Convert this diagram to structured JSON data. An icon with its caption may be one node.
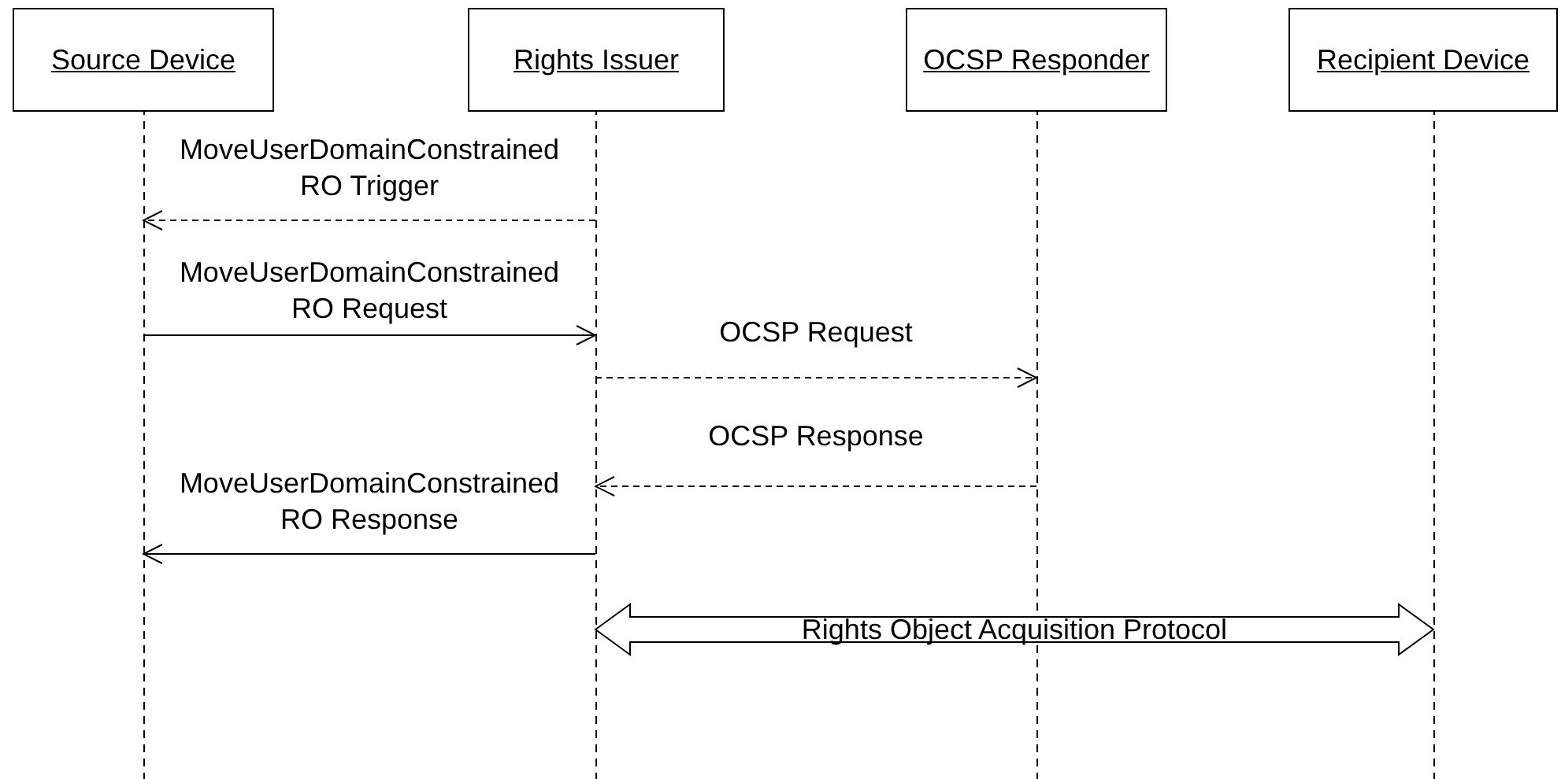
{
  "diagram": {
    "nodes": [
      {
        "text": [
          "Source Device"
        ]
      },
      {
        "text": [
          "Rights Issuer"
        ]
      },
      {
        "text": [
          "OCSP Responder"
        ]
      },
      {
        "text": [
          "Recipient Device"
        ]
      }
    ],
    "edges": [
      {
        "from": 1,
        "to": 0,
        "arrow": "to",
        "style": "dashed",
        "label": "MoveUserDomainConstrained RO Trigger"
      },
      {
        "from": 0,
        "to": 1,
        "arrow": "to",
        "label": "MoveUserDomainConstrained RO Request"
      },
      {
        "from": 1,
        "to": 2,
        "arrow": "to",
        "style": "dashed",
        "label": "OCSP Request"
      },
      {
        "from": 2,
        "to": 1,
        "arrow": "to",
        "style": "dashed",
        "label": "OCSP Response"
      },
      {
        "from": 1,
        "to": 0,
        "arrow": "to",
        "label": "MoveUserDomainConstrained RO Response"
      },
      {
        "from": 1,
        "to": 3,
        "arrow": "both",
        "style": "thick",
        "label": "Rights Object Acquisition Protocol"
      }
    ]
  }
}
